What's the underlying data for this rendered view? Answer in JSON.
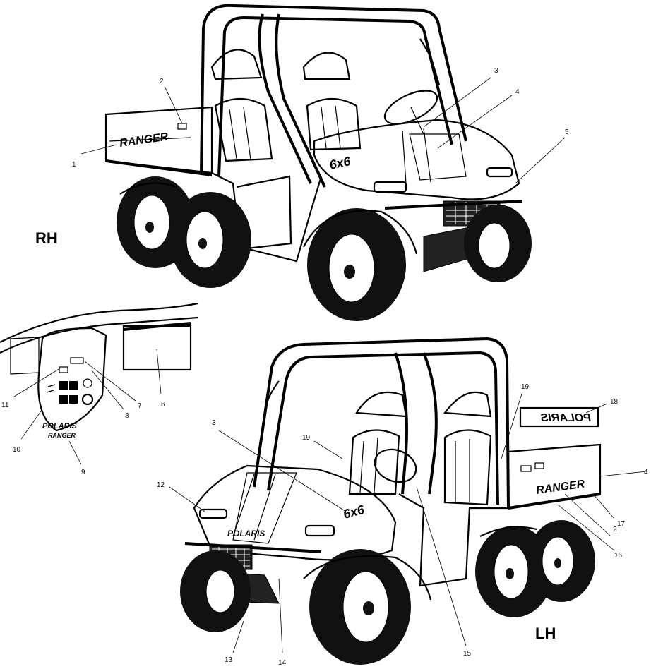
{
  "views": {
    "right": "RH",
    "left": "LH"
  },
  "decals": {
    "polaris_ranger": {
      "brand": "POLARIS",
      "model": "RANGER"
    },
    "bed_side": "RANGER",
    "hood_badge": "6x6",
    "hood_brand": "POLARIS",
    "rear_panel": "POLARIS"
  },
  "callouts": {
    "c1": "1",
    "c2": "2",
    "c3": "3",
    "c4": "4",
    "c5": "5",
    "c6": "6",
    "c7": "7",
    "c8": "8",
    "c9": "9",
    "c10": "10",
    "c11": "11",
    "c12": "12",
    "c13": "13",
    "c14": "14",
    "c15": "15",
    "c16": "16",
    "c17": "17",
    "c18": "18",
    "c19a": "19",
    "c19b": "19",
    "lh3": "3",
    "lh2": "2",
    "lh4": "4"
  }
}
